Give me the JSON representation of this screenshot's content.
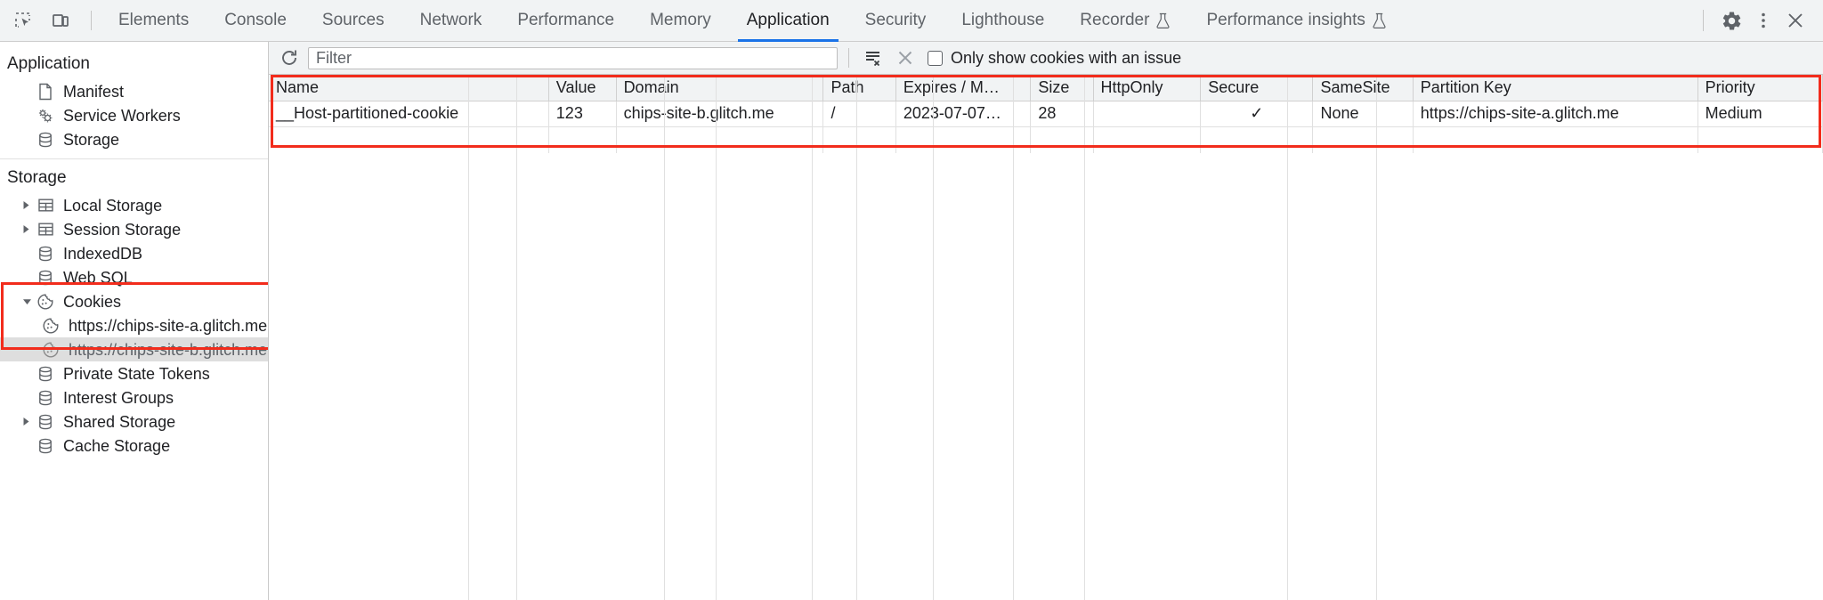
{
  "topbar": {
    "icons": [
      {
        "name": "inspect-element-icon",
        "label": "Inspect element"
      },
      {
        "name": "device-toolbar-icon",
        "label": "Toggle device toolbar"
      }
    ],
    "tabs": [
      {
        "label": "Elements",
        "flask": false,
        "active": false
      },
      {
        "label": "Console",
        "flask": false,
        "active": false
      },
      {
        "label": "Sources",
        "flask": false,
        "active": false
      },
      {
        "label": "Network",
        "flask": false,
        "active": false
      },
      {
        "label": "Performance",
        "flask": false,
        "active": false
      },
      {
        "label": "Memory",
        "flask": false,
        "active": false
      },
      {
        "label": "Application",
        "flask": false,
        "active": true
      },
      {
        "label": "Security",
        "flask": false,
        "active": false
      },
      {
        "label": "Lighthouse",
        "flask": false,
        "active": false
      },
      {
        "label": "Recorder",
        "flask": true,
        "active": false
      },
      {
        "label": "Performance insights",
        "flask": true,
        "active": false
      }
    ],
    "right_buttons": [
      {
        "name": "settings-gear-icon",
        "label": "Settings"
      },
      {
        "name": "more-options-icon",
        "label": "Customize and control DevTools"
      },
      {
        "name": "close-devtools-icon",
        "label": "Close DevTools"
      }
    ],
    "active_tab_underline_color": "#1a73e8"
  },
  "sidebar": {
    "sections": [
      {
        "title": "Application",
        "items": [
          {
            "label": "Manifest",
            "icon": "document-icon",
            "depth": 1,
            "twisty": "none",
            "selected": false
          },
          {
            "label": "Service Workers",
            "icon": "gears-icon",
            "depth": 1,
            "twisty": "none",
            "selected": false
          },
          {
            "label": "Storage",
            "icon": "database-icon",
            "depth": 1,
            "twisty": "none",
            "selected": false
          }
        ]
      },
      {
        "title": "Storage",
        "items": [
          {
            "label": "Local Storage",
            "icon": "table-icon",
            "depth": 1,
            "twisty": "collapsed",
            "selected": false
          },
          {
            "label": "Session Storage",
            "icon": "table-icon",
            "depth": 1,
            "twisty": "collapsed",
            "selected": false
          },
          {
            "label": "IndexedDB",
            "icon": "database-icon",
            "depth": 1,
            "twisty": "none",
            "selected": false
          },
          {
            "label": "Web SQL",
            "icon": "database-icon",
            "depth": 1,
            "twisty": "none",
            "selected": false
          },
          {
            "label": "Cookies",
            "icon": "cookie-icon",
            "depth": 1,
            "twisty": "expanded",
            "selected": false
          },
          {
            "label": "https://chips-site-a.glitch.me",
            "icon": "cookie-icon",
            "depth": 2,
            "twisty": "none",
            "selected": false
          },
          {
            "label": "https://chips-site-b.glitch.me",
            "icon": "cookie-icon",
            "depth": 2,
            "twisty": "none",
            "selected": true
          },
          {
            "label": "Private State Tokens",
            "icon": "database-icon",
            "depth": 1,
            "twisty": "none",
            "selected": false
          },
          {
            "label": "Interest Groups",
            "icon": "database-icon",
            "depth": 1,
            "twisty": "none",
            "selected": false
          },
          {
            "label": "Shared Storage",
            "icon": "database-icon",
            "depth": 1,
            "twisty": "collapsed",
            "selected": false
          },
          {
            "label": "Cache Storage",
            "icon": "database-icon",
            "depth": 1,
            "twisty": "none",
            "selected": false
          }
        ]
      }
    ]
  },
  "filterbar": {
    "refresh_icon": "refresh-icon",
    "filter_placeholder": "Filter",
    "filter_value": "",
    "clear_filtered_icon": "clear-filtered-cookies-icon",
    "clear_all_icon": "clear-all-cookies-icon",
    "checkbox_label": "Only show cookies with an issue",
    "checkbox_checked": false
  },
  "cookie_table": {
    "columns": [
      "Name",
      "Value",
      "Domain",
      "Path",
      "Expires / M…",
      "Size",
      "HttpOnly",
      "Secure",
      "SameSite",
      "Partition Key",
      "Priority"
    ],
    "rows": [
      {
        "Name": "__Host-partitioned-cookie",
        "Value": "123",
        "Domain": "chips-site-b.glitch.me",
        "Path": "/",
        "Expires / M…": "2023-07-07…",
        "Size": "28",
        "HttpOnly": "",
        "Secure": "✓",
        "SameSite": "None",
        "Partition Key": "https://chips-site-a.glitch.me",
        "Priority": "Medium"
      }
    ]
  },
  "annotations": {
    "highlight_color": "#f22c1c",
    "regions": [
      {
        "name": "cookies-tree-highlight"
      },
      {
        "name": "cookie-table-highlight"
      }
    ]
  }
}
